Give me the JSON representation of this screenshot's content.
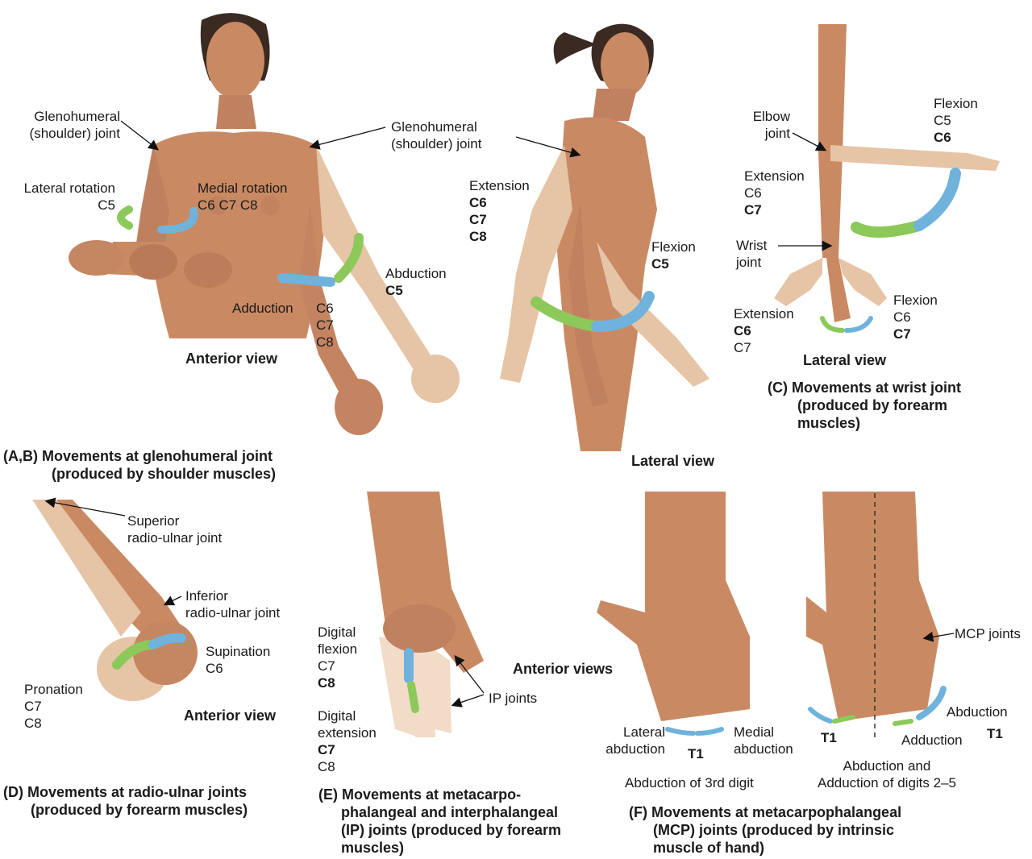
{
  "panelAB": {
    "gh_left_1": "Glenohumeral",
    "gh_left_2": "(shoulder) joint",
    "gh_right_1": "Glenohumeral",
    "gh_right_2": "(shoulder) joint",
    "lat_rot": "Lateral rotation",
    "lat_rot_seg": "C5",
    "med_rot": "Medial rotation",
    "med_rot_seg": "C6 C7 C8",
    "adduction": "Adduction",
    "add_seg": [
      "C6",
      "C7",
      "C8"
    ],
    "abduction": "Abduction",
    "abd_seg": "C5",
    "extension": "Extension",
    "ext_seg": [
      "C6",
      "C7",
      "C8"
    ],
    "flexion": "Flexion",
    "flex_seg": "C5",
    "anterior_view": "Anterior view",
    "lateral_view": "Lateral view",
    "caption_1": "(A,B) Movements at glenohumeral joint",
    "caption_2": "(produced by shoulder muscles)"
  },
  "panelC": {
    "elbow_1": "Elbow",
    "elbow_2": "joint",
    "flex": "Flexion",
    "flex_seg1": "C5",
    "flex_seg2": "C6",
    "ext": "Extension",
    "ext_seg1": "C6",
    "ext_seg2": "C7",
    "wrist_1": "Wrist",
    "wrist_2": "joint",
    "w_ext": "Extension",
    "w_ext_seg1": "C6",
    "w_ext_seg2": "C7",
    "w_flex": "Flexion",
    "w_flex_seg1": "C6",
    "w_flex_seg2": "C7",
    "view": "Lateral view",
    "caption_1": "(C) Movements at wrist joint",
    "caption_2": "(produced by forearm",
    "caption_3": "muscles)"
  },
  "panelD": {
    "sup_1": "Superior",
    "sup_2": "radio-ulnar joint",
    "inf_1": "Inferior",
    "inf_2": "radio-ulnar joint",
    "supination": "Supination",
    "sup_seg": "C6",
    "pronation": "Pronation",
    "pro_seg1": "C7",
    "pro_seg2": "C8",
    "view": "Anterior view",
    "caption_1": "(D) Movements at radio-ulnar joints",
    "caption_2": "(produced by forearm muscles)"
  },
  "panelE": {
    "dflex_1": "Digital",
    "dflex_2": "flexion",
    "dflex_seg1": "C7",
    "dflex_seg2": "C8",
    "dext_1": "Digital",
    "dext_2": "extension",
    "dext_seg1": "C7",
    "dext_seg2": "C8",
    "ip": "IP joints",
    "views": "Anterior views",
    "caption_1": "(E) Movements at metacarpo-",
    "caption_2": "phalangeal and interphalangeal",
    "caption_3": "(IP) joints (produced by forearm",
    "caption_4": "muscles)"
  },
  "panelF": {
    "lat_abd_1": "Lateral",
    "lat_abd_2": "abduction",
    "med_abd_1": "Medial",
    "med_abd_2": "abduction",
    "t1_a": "T1",
    "abd3": "Abduction of 3rd digit",
    "mcp": "MCP joints",
    "abduction": "Abduction",
    "adduction": "Adduction",
    "t1_b": "T1",
    "t1_c": "T1",
    "aa_1": "Abduction and",
    "aa_2": "Adduction of digits 2–5",
    "caption_1": "(F) Movements at metacarpophalangeal",
    "caption_2": "(MCP) joints (produced by intrinsic",
    "caption_3": "muscle of hand)"
  },
  "colors": {
    "skin": "#c98a63",
    "skin_dark": "#a8694a",
    "skin_light": "#e6c4a6",
    "arrow_blue": "#6fb3dc",
    "arrow_green": "#8cc95a",
    "hair": "#3b2a22"
  }
}
